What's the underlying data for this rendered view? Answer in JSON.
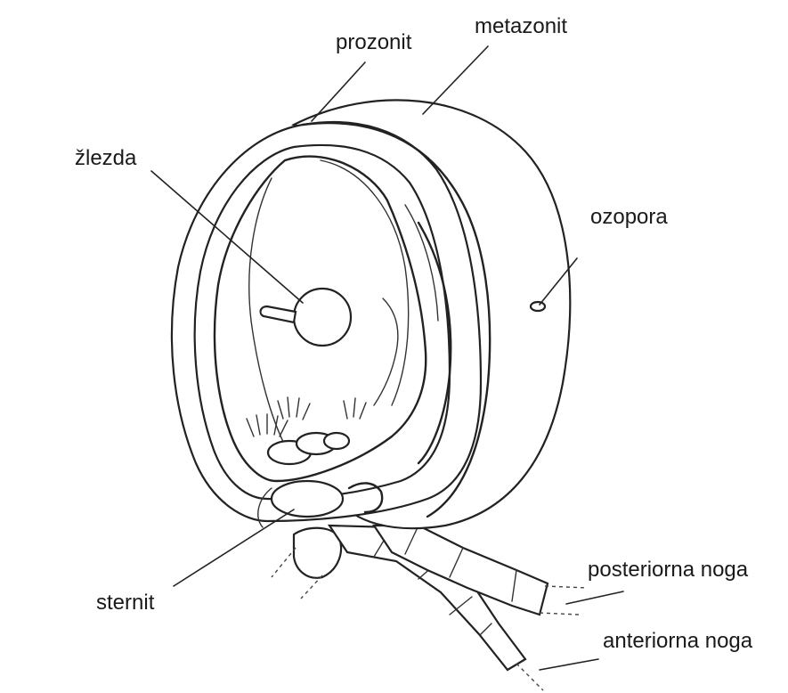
{
  "labels": {
    "prozonit": "prozonit",
    "metazonit": "metazonit",
    "zlezda": "žlezda",
    "ozopora": "ozopora",
    "sternit": "sternit",
    "posteriorna_noga": "posteriorna noga",
    "anteriorna_noga": "anteriorna noga"
  },
  "colors": {
    "line": "#222222",
    "background": "#ffffff"
  }
}
